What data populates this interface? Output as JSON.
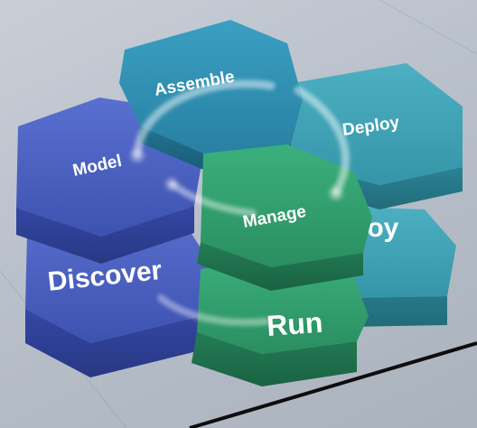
{
  "diagram": {
    "labels": {
      "model": "Model",
      "assemble": "Assemble",
      "deploy_top": "Deploy",
      "manage": "Manage",
      "discover": "Discover",
      "deploy_lower_partial": "loy",
      "run": "Run"
    },
    "colors": {
      "blue_top": "#4a5fbf",
      "blue_side": "#33449a",
      "teal_top": "#2f8fb0",
      "teal_side": "#1f6d8a",
      "cyan_top": "#3fa3b6",
      "cyan_side": "#2a7f92",
      "green_top": "#2f9a6a",
      "green_side": "#1f7750"
    }
  }
}
